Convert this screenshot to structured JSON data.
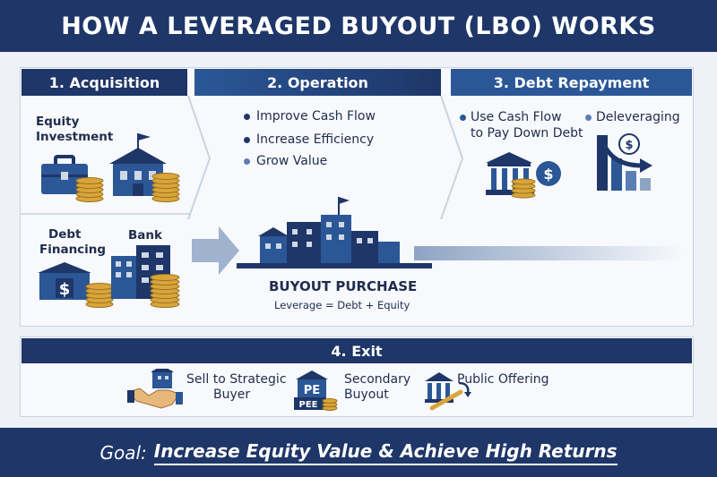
{
  "title": "HOW A LEVERAGED BUYOUT (LBO) WORKS",
  "steps": {
    "acquisition": {
      "header": "1. Acquisition",
      "equity_label_1": "Equity",
      "equity_label_2": "Investment",
      "debt_label_1": "Debt",
      "debt_label_2": "Financing",
      "bank_label": "Bank"
    },
    "operation": {
      "header": "2. Operation",
      "bullets": [
        "Improve Cash Flow",
        "Increase Efficiency",
        "Grow Value"
      ]
    },
    "repayment": {
      "header": "3. Debt Repayment",
      "bullet1_line1": "Use Cash Flow",
      "bullet1_line2": "to Pay Down Debt",
      "bullet2": "Deleveraging"
    },
    "buyout": {
      "title": "BUYOUT PURCHASE",
      "formula": "Leverage = Debt + Equity"
    },
    "exit": {
      "header": "4. Exit",
      "option1_line1": "Sell to Strategic",
      "option1_line2": "Buyer",
      "option2_line1": "Secondary",
      "option2_line2": "Buyout",
      "option3": "Public Offering",
      "pe_label_1": "PE",
      "pe_label_2": "PEE"
    }
  },
  "goal": {
    "prefix": "Goal:",
    "text": "Increase Equity Value & Achieve High Returns"
  },
  "icons": {
    "dollar": "$"
  },
  "colors": {
    "navy": "#1e3668",
    "blue": "#2b5797",
    "coin": "#d9a53a",
    "background": "#eef1f6"
  }
}
